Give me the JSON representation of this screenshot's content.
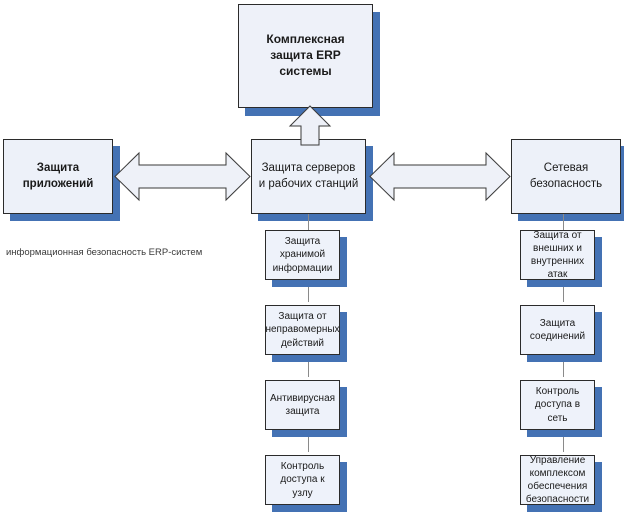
{
  "diagram": {
    "caption": "информационная безопасность ERP-систем",
    "colors": {
      "box_fill": "#edf1f9",
      "box_border": "#2b2b2b",
      "shadow": "#4472b4",
      "arrow_fill": "#eef1f8",
      "arrow_border": "#3a3a3a",
      "connector_line": "#8a8a8a",
      "text": "#1a1a1a",
      "background": "#ffffff"
    },
    "root": {
      "label": "Комплексная\nзащита ERP системы",
      "line1": "Комплексная",
      "line2": "защита ERP системы"
    },
    "center": {
      "line1": "Защита серверов",
      "line2": "и рабочих станций"
    },
    "left": {
      "line1": "Защита",
      "line2": "приложений"
    },
    "right": {
      "line1": "Сетевая",
      "line2": "безопасность"
    },
    "center_children": [
      {
        "line1": "Защита",
        "line2": "хранимой",
        "line3": "информации"
      },
      {
        "line1": "Защита от",
        "line2": "неправомерных",
        "line3": "действий"
      },
      {
        "line1": "Антивирусная",
        "line2": "защита",
        "line3": ""
      },
      {
        "line1": "Контроль",
        "line2": "доступа к узлу",
        "line3": ""
      }
    ],
    "right_children": [
      {
        "line1": "Защита от",
        "line2": "внешних и",
        "line3": "внутренних атак",
        "line4": ""
      },
      {
        "line1": "Защита",
        "line2": "соединений",
        "line3": "",
        "line4": ""
      },
      {
        "line1": "Контроль",
        "line2": "доступа в сеть",
        "line3": "",
        "line4": ""
      },
      {
        "line1": "Управление",
        "line2": "комплексом",
        "line3": "обеспечения",
        "line4": "безопасности"
      }
    ],
    "arrows": {
      "up": "up-block-arrow",
      "left_double": "double-headed-arrow",
      "right_double": "double-headed-arrow"
    }
  }
}
